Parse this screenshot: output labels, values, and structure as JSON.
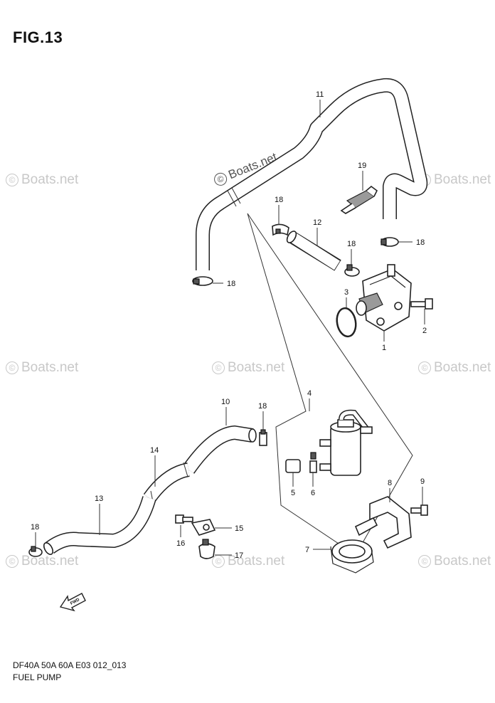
{
  "figure": {
    "title": "FIG.13",
    "model_code": "DF40A 50A 60A E03 012_013",
    "section_name": "FUEL PUMP"
  },
  "watermark": {
    "text": "Boats.net",
    "symbol": "©"
  },
  "callouts": {
    "c1": "1",
    "c2": "2",
    "c3": "3",
    "c4": "4",
    "c5": "5",
    "c6": "6",
    "c7": "7",
    "c8": "8",
    "c9": "9",
    "c10": "10",
    "c11": "11",
    "c12": "12",
    "c13": "13",
    "c14": "14",
    "c15": "15",
    "c16": "16",
    "c17": "17",
    "c18a": "18",
    "c18b": "18",
    "c18c": "18",
    "c18d": "18",
    "c18e": "18",
    "c18f": "18",
    "c19": "19"
  },
  "icons": {
    "direction_arrow": "fwd-arrow-icon",
    "direction_text": "FWD"
  }
}
